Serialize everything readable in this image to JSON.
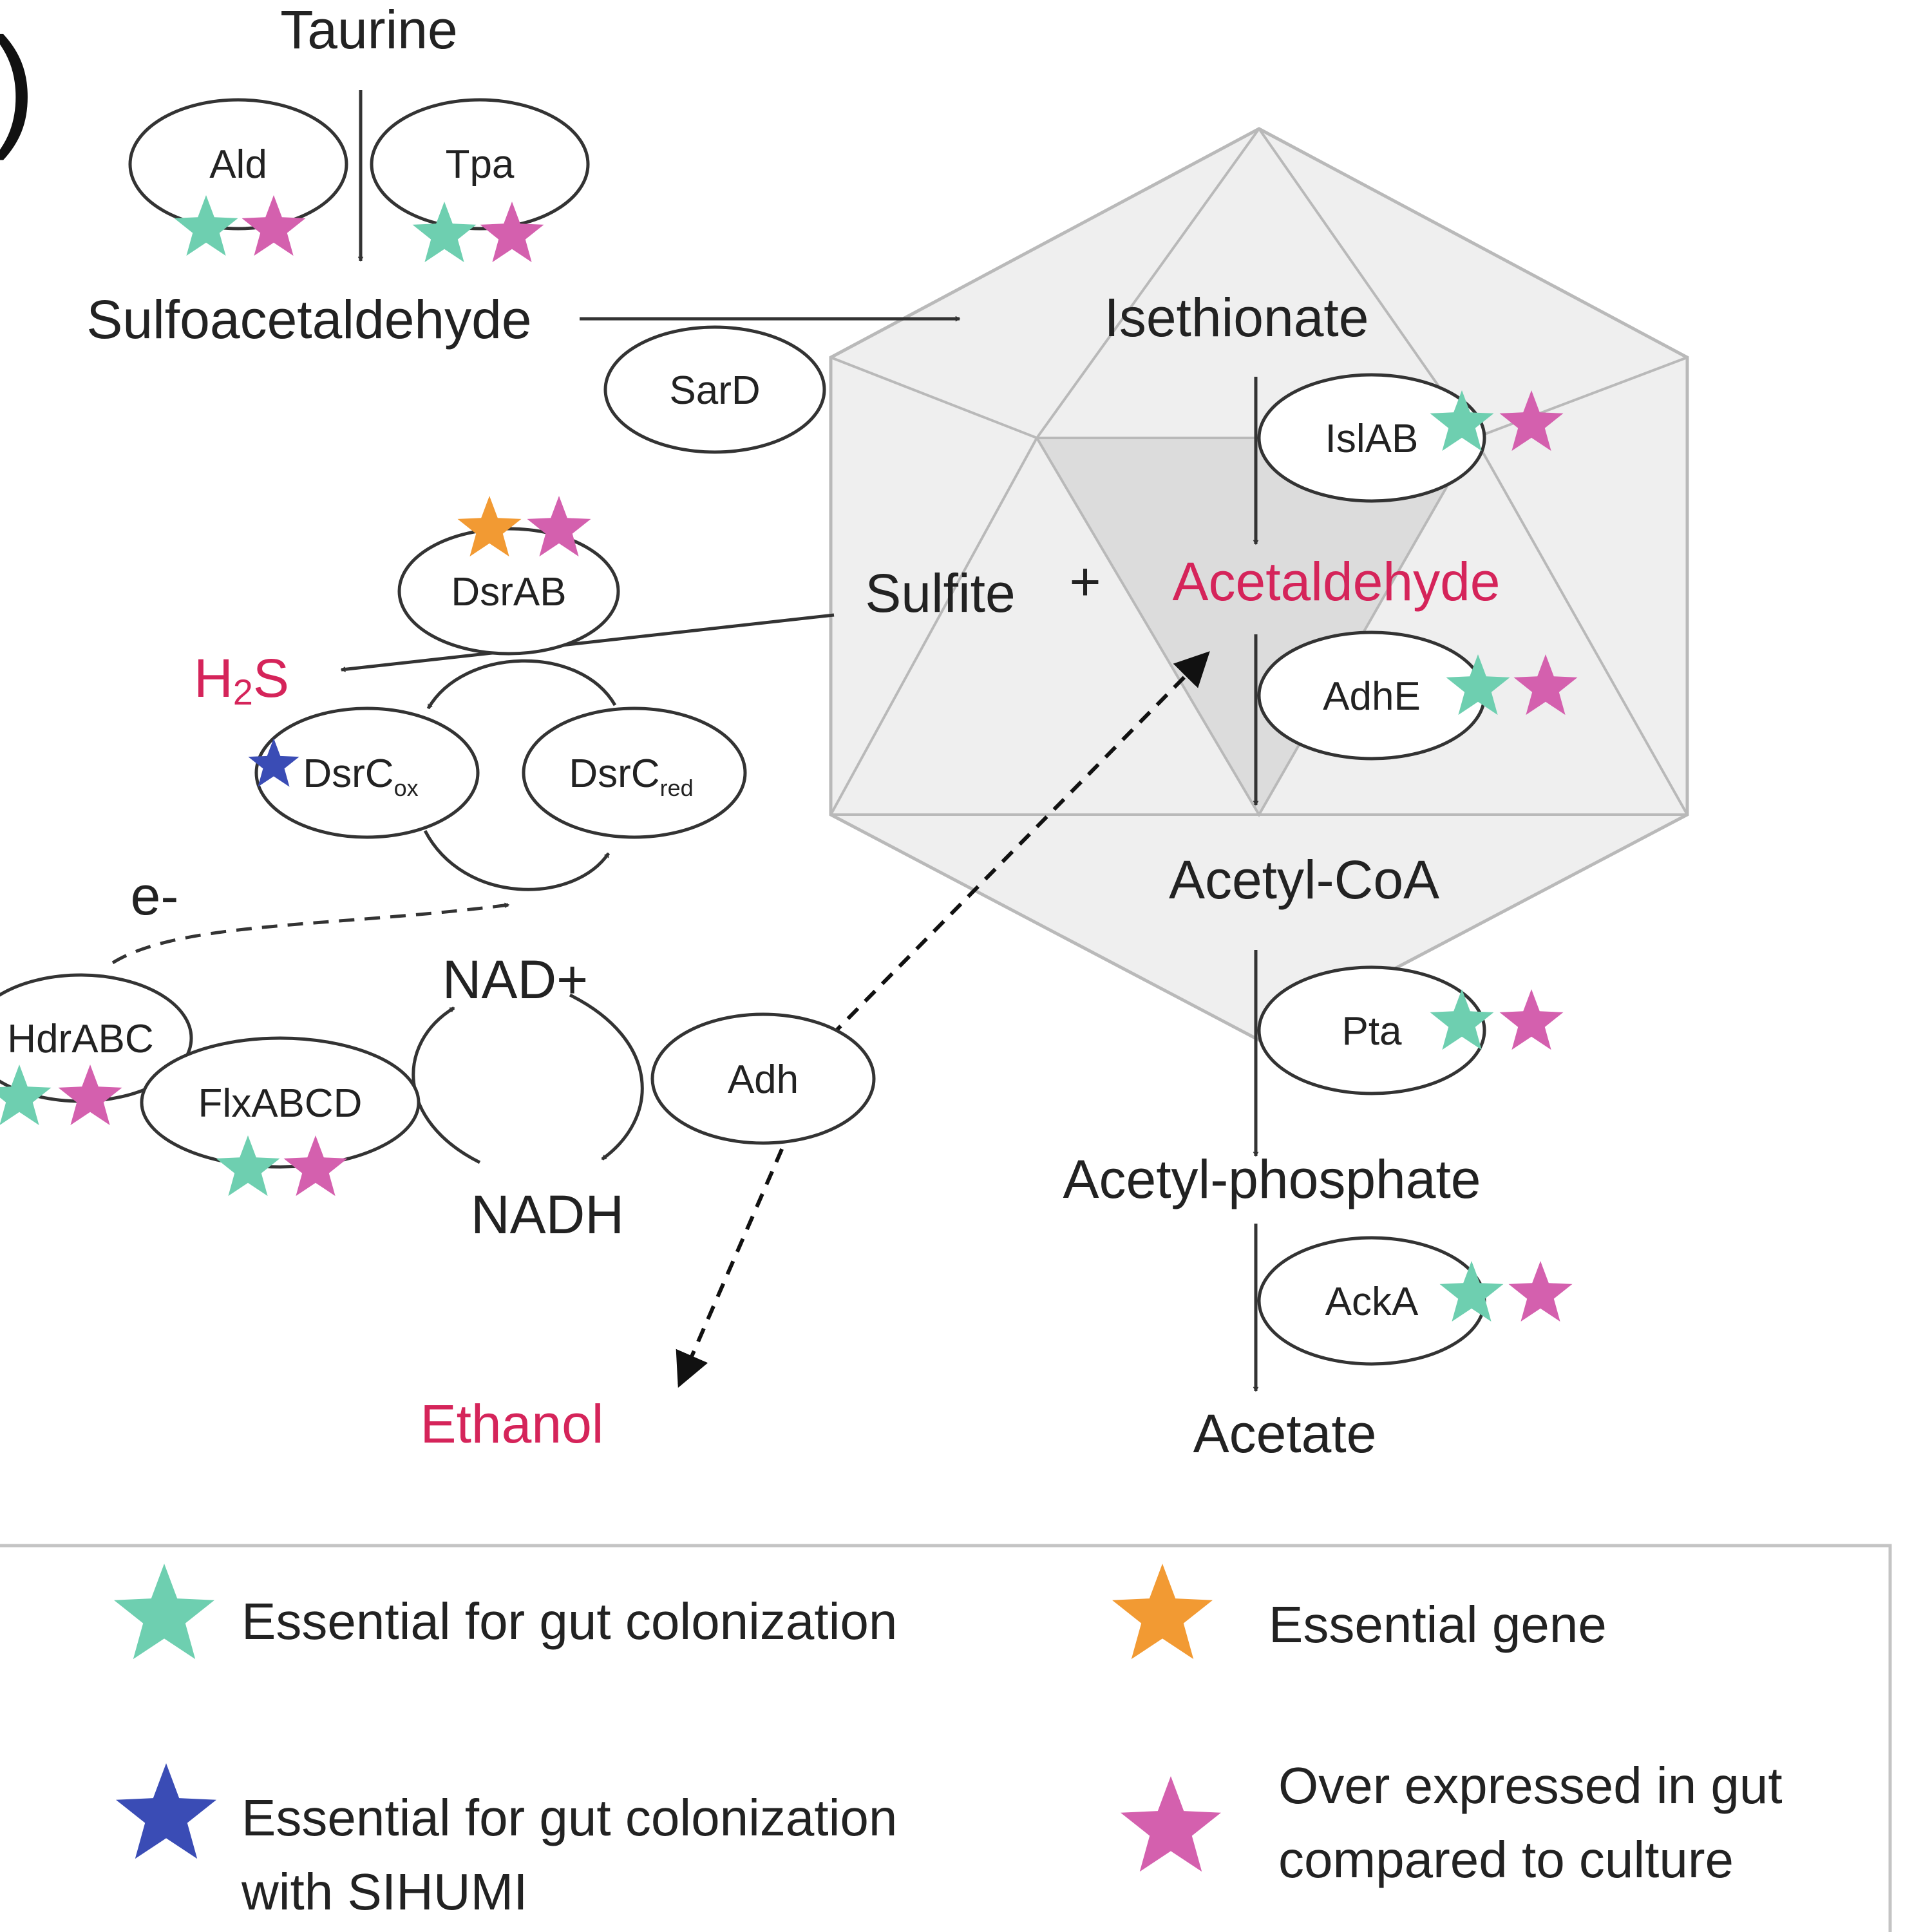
{
  "panel_label": ")",
  "colors": {
    "teal": "#6ecfb0",
    "pink": "#d460ae",
    "orange": "#f29a33",
    "blue": "#3a4cb5",
    "highlight": "#d5245a",
    "shell_fill": "#efefef",
    "shell_stroke": "#b9b9b9"
  },
  "metabolites": {
    "taurine": "Taurine",
    "sulfoacetaldehyde": "Sulfoacetaldehyde",
    "isethionate": "Isethionate",
    "sulfite": "Sulfite",
    "plus": "+",
    "acetaldehyde": "Acetaldehyde",
    "acetyl_coa": "Acetyl-CoA",
    "acetyl_phosphate": "Acetyl-phosphate",
    "acetate": "Acetate",
    "h2s_h": "H",
    "h2s_sub": "2",
    "h2s_s": "S",
    "ethanol": "Ethanol",
    "nad_plus": "NAD+",
    "nadh": "NADH",
    "electron": "e-"
  },
  "enzymes": {
    "ald": "Ald",
    "tpa": "Tpa",
    "sard": "SarD",
    "islab": "IslAB",
    "dsrab": "DsrAB",
    "adhe": "AdhE",
    "dsrc_ox": "DsrC",
    "dsrc_ox_sub": "ox",
    "dsrc_red": "DsrC",
    "dsrc_red_sub": "red",
    "hdrabc": "HdrABC",
    "flxabcd": "FlxABCD",
    "adh": "Adh",
    "pta": "Pta",
    "acka": "AckA"
  },
  "legend": {
    "essential_colonization": "Essential for gut colonization",
    "essential_gene": "Essential gene",
    "essential_sihumi_line1": "Essential for gut colonization",
    "essential_sihumi_line2": "with SIHUMI",
    "overexpressed_line1": "Over expressed in gut",
    "overexpressed_line2": "compared to culture"
  }
}
